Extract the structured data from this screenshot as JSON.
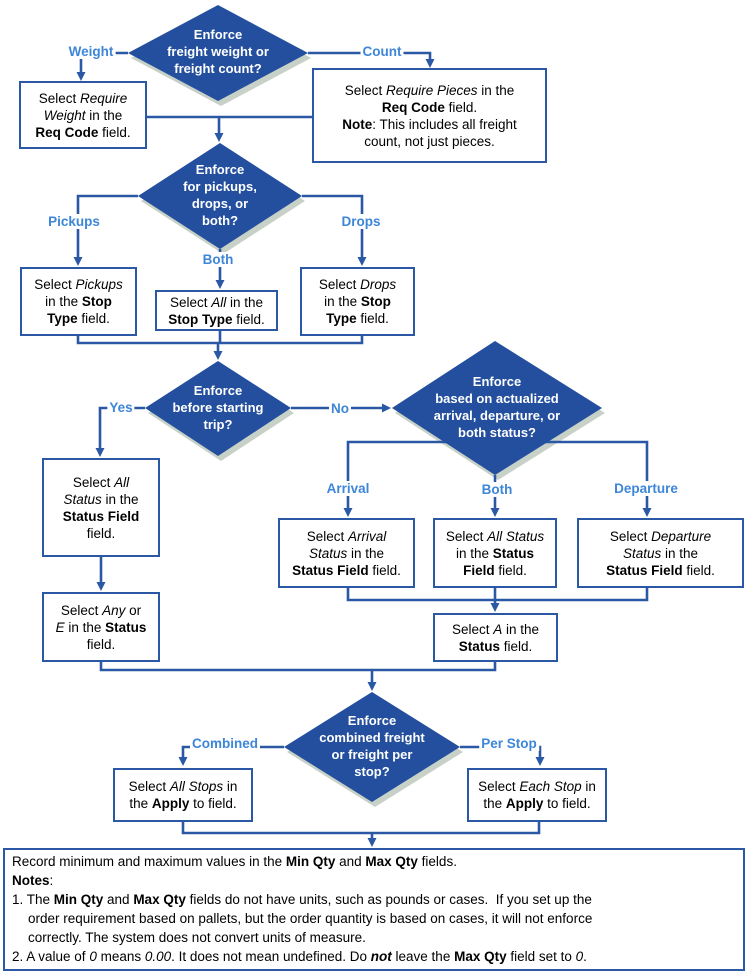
{
  "colors": {
    "diamond_fill": "#234F9E",
    "connector_blue": "#2B58A4",
    "branch_label_blue": "#3D86D8",
    "diamond_shadow": "#8FA48F",
    "diamond_text": "#FFFFFF",
    "box_text": "#000000",
    "background": "#FFFFFF"
  },
  "diamonds": {
    "weight_or_count": [
      "Enforce",
      "freight weight or",
      "freight count?"
    ],
    "pickups_drops_both": [
      "Enforce",
      "for pickups,",
      "drops, or",
      "both?"
    ],
    "before_trip": [
      "Enforce",
      "before starting",
      "trip?"
    ],
    "actualized_status": [
      "Enforce",
      "based on actualized",
      "arrival, departure, or",
      "both status?"
    ],
    "combined_or_per_stop": [
      "Enforce",
      "combined freight",
      "or freight per",
      "stop?"
    ]
  },
  "labels": {
    "weight": "Weight",
    "count": "Count",
    "pickups": "Pickups",
    "both_stop": "Both",
    "drops": "Drops",
    "yes": "Yes",
    "no": "No",
    "arrival": "Arrival",
    "both_status": "Both",
    "departure": "Departure",
    "combined": "Combined",
    "per_stop": "Per Stop"
  },
  "boxes": {
    "require_weight": [
      [
        [
          "Select ",
          ""
        ],
        [
          "Require",
          "i"
        ]
      ],
      [
        [
          "Weight",
          "i"
        ],
        [
          " in the",
          ""
        ]
      ],
      [
        [
          "Req Code",
          "b"
        ],
        [
          " field.",
          ""
        ]
      ]
    ],
    "require_pieces": [
      [
        [
          "Select ",
          ""
        ],
        [
          "Require Pieces",
          "i"
        ],
        [
          " in the",
          ""
        ]
      ],
      [
        [
          "Req Code",
          "b"
        ],
        [
          " field.",
          ""
        ]
      ],
      [
        [
          "Note",
          "b"
        ],
        [
          ": This includes all freight",
          ""
        ]
      ],
      [
        [
          "count, not just pieces.",
          ""
        ]
      ]
    ],
    "pickups_stop_type": [
      [
        [
          "Select ",
          ""
        ],
        [
          "Pickups",
          "i"
        ]
      ],
      [
        [
          "in the ",
          ""
        ],
        [
          "Stop",
          "b"
        ]
      ],
      [
        [
          "Type",
          "b"
        ],
        [
          " field.",
          ""
        ]
      ]
    ],
    "all_stop_type": [
      [
        [
          "Select ",
          ""
        ],
        [
          "All",
          "i"
        ],
        [
          " in the",
          ""
        ]
      ],
      [
        [
          "Stop Type",
          "b"
        ],
        [
          " field.",
          ""
        ]
      ]
    ],
    "drops_stop_type": [
      [
        [
          "Select ",
          ""
        ],
        [
          "Drops",
          "i"
        ]
      ],
      [
        [
          "in the ",
          ""
        ],
        [
          "Stop",
          "b"
        ]
      ],
      [
        [
          "Type",
          "b"
        ],
        [
          " field.",
          ""
        ]
      ]
    ],
    "all_status_field": [
      [
        [
          "Select ",
          ""
        ],
        [
          "All",
          "i"
        ]
      ],
      [
        [
          "Status",
          "i"
        ],
        [
          " in the",
          ""
        ]
      ],
      [
        [
          "Status Field",
          "b"
        ]
      ],
      [
        [
          "field.",
          ""
        ]
      ]
    ],
    "any_e_status": [
      [
        [
          "Select ",
          ""
        ],
        [
          "Any",
          "i"
        ],
        [
          " or",
          ""
        ]
      ],
      [
        [
          "E",
          "i"
        ],
        [
          " in the ",
          ""
        ],
        [
          "Status",
          "b"
        ]
      ],
      [
        [
          "field.",
          ""
        ]
      ]
    ],
    "arrival_status": [
      [
        [
          "Select ",
          ""
        ],
        [
          "Arrival",
          "i"
        ]
      ],
      [
        [
          "Status",
          "i"
        ],
        [
          " in the",
          ""
        ]
      ],
      [
        [
          "Status Field",
          "b"
        ],
        [
          " field.",
          ""
        ]
      ]
    ],
    "all_status": [
      [
        [
          "Select ",
          ""
        ],
        [
          "All Status",
          "i"
        ]
      ],
      [
        [
          "in the ",
          ""
        ],
        [
          "Status",
          "b"
        ]
      ],
      [
        [
          "Field",
          "b"
        ],
        [
          " field.",
          ""
        ]
      ]
    ],
    "departure_status": [
      [
        [
          "Select ",
          ""
        ],
        [
          "Departure",
          "i"
        ]
      ],
      [
        [
          "Status",
          "i"
        ],
        [
          " in the",
          ""
        ]
      ],
      [
        [
          "Status Field",
          "b"
        ],
        [
          " field.",
          ""
        ]
      ]
    ],
    "a_status": [
      [
        [
          "Select ",
          ""
        ],
        [
          "A",
          "i"
        ],
        [
          " in the",
          ""
        ]
      ],
      [
        [
          "Status",
          "b"
        ],
        [
          " field.",
          ""
        ]
      ]
    ],
    "all_stops_apply": [
      [
        [
          "Select ",
          ""
        ],
        [
          "All Stops",
          "i"
        ],
        [
          " in",
          ""
        ]
      ],
      [
        [
          "the ",
          ""
        ],
        [
          "Apply",
          "b"
        ],
        [
          " to field.",
          ""
        ]
      ]
    ],
    "each_stop_apply": [
      [
        [
          "Select ",
          ""
        ],
        [
          "Each Stop",
          "i"
        ],
        [
          " in",
          ""
        ]
      ],
      [
        [
          "the ",
          ""
        ],
        [
          "Apply",
          "b"
        ],
        [
          " to field.",
          ""
        ]
      ]
    ]
  },
  "notes": {
    "lines": [
      [
        [
          "Record minimum and maximum values in the ",
          ""
        ],
        [
          "Min Qty",
          "b"
        ],
        [
          " and ",
          ""
        ],
        [
          "Max Qty",
          "b"
        ],
        [
          " fields.",
          ""
        ]
      ],
      [
        [
          "Notes",
          "b"
        ],
        [
          ":",
          ""
        ]
      ],
      [
        [
          "1. The ",
          ""
        ],
        [
          "Min Qty",
          "b"
        ],
        [
          " and ",
          ""
        ],
        [
          "Max Qty",
          "b"
        ],
        [
          " fields do not have units, such as pounds or cases.  If you set up the",
          ""
        ]
      ],
      {
        "ind": 1,
        "seg": [
          [
            "order requirement based on pallets, but the order quantity is based on cases, it will not enforce",
            ""
          ]
        ]
      },
      {
        "ind": 1,
        "seg": [
          [
            "correctly. The system does not convert units of measure.",
            ""
          ]
        ]
      },
      [
        [
          "2. A value of ",
          ""
        ],
        [
          "0",
          "i"
        ],
        [
          " means ",
          ""
        ],
        [
          "0.00",
          "i"
        ],
        [
          ". It does not mean undefined. Do ",
          ""
        ],
        [
          "not",
          "bi"
        ],
        [
          " leave the ",
          ""
        ],
        [
          "Max Qty",
          "b"
        ],
        [
          " field set to ",
          ""
        ],
        [
          "0",
          "i"
        ],
        [
          ".",
          ""
        ]
      ]
    ]
  }
}
